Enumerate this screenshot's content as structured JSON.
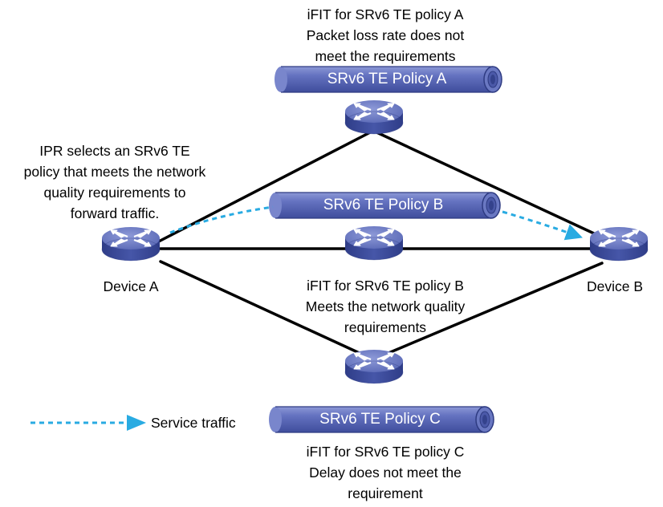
{
  "policy_a": {
    "pipe_label": "SRv6 TE Policy A",
    "ifit_line1": "iFIT for SRv6 TE policy A",
    "ifit_line2": "Packet loss rate does not",
    "ifit_line3": "meet the requirements"
  },
  "policy_b": {
    "pipe_label": "SRv6 TE Policy B",
    "ifit_line1": "iFIT for SRv6 TE policy B",
    "ifit_line2": "Meets the network quality",
    "ifit_line3": "requirements"
  },
  "policy_c": {
    "pipe_label": "SRv6 TE Policy C",
    "ifit_line1": "iFIT for SRv6 TE policy C",
    "ifit_line2": "Delay does not meet the",
    "ifit_line3": "requirement"
  },
  "ipr_note": {
    "line1": "IPR selects an SRv6 TE",
    "line2": "policy that meets the network",
    "line3": "quality requirements to",
    "line4": "forward traffic."
  },
  "devices": {
    "device_a": "Device A",
    "device_b": "Device B"
  },
  "legend": {
    "service_traffic": "Service traffic"
  },
  "colors": {
    "router_top": "#6f7fc4",
    "router_side": "#3a4a95",
    "pipe_body": "#5d6cba",
    "pipe_dark": "#34428c",
    "traffic": "#29abe2",
    "link": "#000000"
  },
  "icons": [
    "router-icon",
    "tunnel-pipe-icon",
    "arrow-icon"
  ]
}
